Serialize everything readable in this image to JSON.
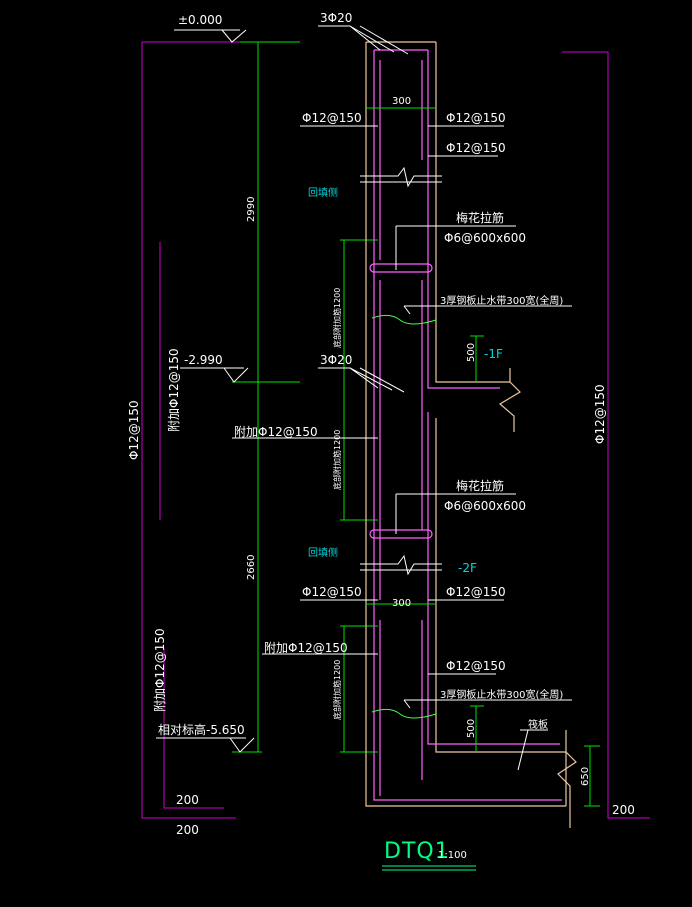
{
  "drawing": {
    "title": "DTQ1",
    "scale": "1:100"
  },
  "elevations": {
    "top": "±0.000",
    "mid": "-2.990",
    "bottom": "相对标高-5.650"
  },
  "dimensions": {
    "upper_height": "2990",
    "lower_height": "2660",
    "wall_width_top": "300",
    "wall_width_bottom": "300",
    "offset_500_upper": "500",
    "offset_500_lower": "500",
    "foundation_650": "650",
    "left_200_a": "200",
    "left_200_b": "200",
    "right_200": "200",
    "lap_1200_a": "底部附加筋1200",
    "lap_1200_b": "底部附加筋1200",
    "lap_1200_c": "底部附加筋1200"
  },
  "rebar": {
    "top_bars_upper": "3Φ20",
    "top_bars_mid": "3Φ20",
    "left_upper": "Φ12@150",
    "right_upper": "Φ12@150",
    "right_upper_2": "Φ12@150",
    "tie_upper_title": "梅花拉筋",
    "tie_upper_spec": "Φ6@600x600",
    "tie_lower_title": "梅花拉筋",
    "tie_lower_spec": "Φ6@600x600",
    "waterstop_upper": "3厚钢板止水带300宽(全周)",
    "waterstop_lower": "3厚钢板止水带300宽(全周)",
    "added_mid": "附加Φ12@150",
    "left_lower": "Φ12@150",
    "right_lower": "Φ12@150",
    "added_lower": "附加Φ12@150",
    "right_lower_2": "Φ12@150",
    "vertical_far_left": "Φ12@150",
    "vertical_left_added": "附加Φ12@150",
    "vertical_left_added_lower": "附加Φ12@150",
    "vertical_right": "Φ12@150"
  },
  "labels": {
    "backfill_upper": "回填侧",
    "backfill_lower": "回填侧",
    "level_1f": "-1F",
    "level_2f": "-2F",
    "raft": "筏板"
  }
}
